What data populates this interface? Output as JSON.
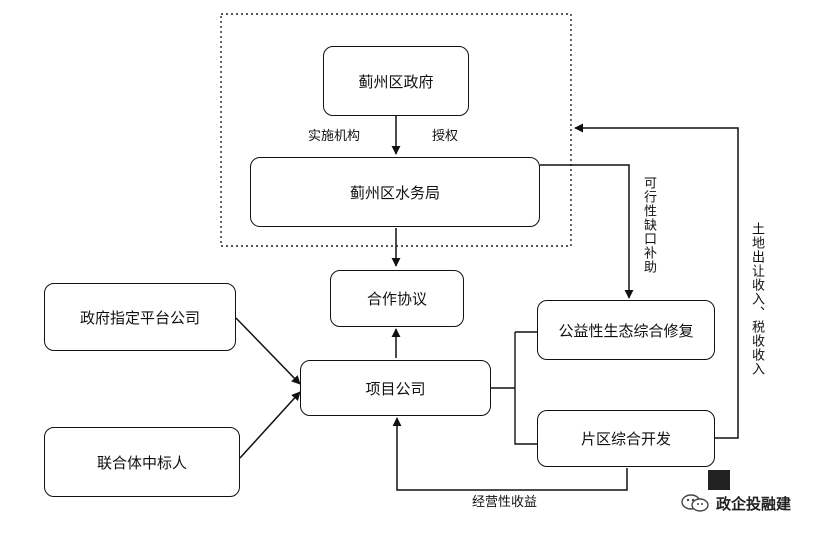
{
  "nodes": {
    "district_gov": "蓟州区政府",
    "water_bureau": "蓟州区水务局",
    "cooperation": "合作协议",
    "platform_co": "政府指定平台公司",
    "project_co": "项目公司",
    "bid_winner": "联合体中标人",
    "eco_repair": "公益性生态综合修复",
    "zone_dev": "片区综合开发"
  },
  "edge_labels": {
    "implementing_agency": "实施机构",
    "authorization": "授权",
    "viability_gap": "可行性缺口补助",
    "land_tax_revenue": "土地出让收入、税收收入",
    "operating_income": "经营性收益"
  },
  "watermark": {
    "text": "政企投融建",
    "icon": "wechat-icon"
  }
}
